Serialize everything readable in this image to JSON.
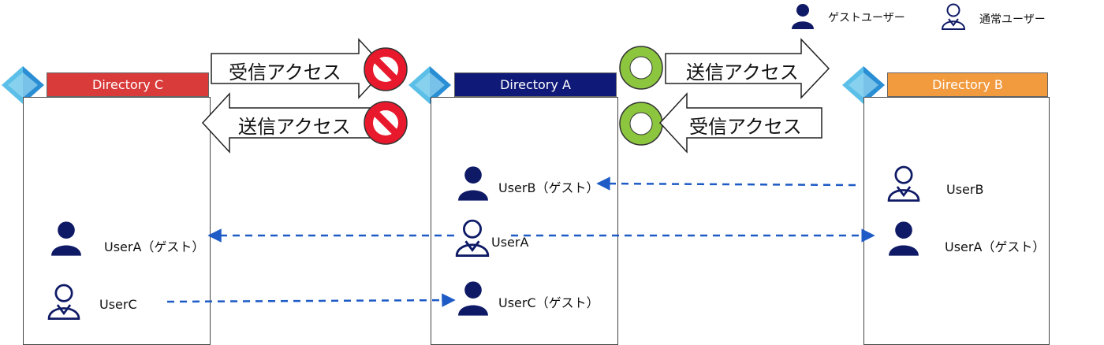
{
  "legend": {
    "guest_user": "ゲストユーザー",
    "normal_user": "通常ユーザー"
  },
  "directories": {
    "c": {
      "name": "Directory C",
      "color": "#d93a3a"
    },
    "a": {
      "name": "Directory A",
      "color": "#0f1a78"
    },
    "b": {
      "name": "Directory B",
      "color": "#f19a3e"
    }
  },
  "access": {
    "c_inbound": "受信アクセス",
    "c_outbound": "送信アクセス",
    "b_outbound": "送信アクセス",
    "b_inbound": "受信アクセス"
  },
  "users": {
    "c_usera": "UserA（ゲスト）",
    "c_userc": "UserC",
    "a_userb": "UserB（ゲスト）",
    "a_usera": "UserA",
    "a_userc": "UserC（ゲスト）",
    "b_userb": "UserB",
    "b_usera": "UserA（ゲスト）"
  },
  "colors": {
    "user_icon": "#0f1a66",
    "link": "#1e5bc6",
    "deny": "#e8192c",
    "allow": "#8cc63f"
  },
  "icons": {
    "guest": "person-filled-icon",
    "normal": "person-outline-icon",
    "deny": "prohibited-icon",
    "allow": "allowed-circle-icon",
    "directory": "azure-ad-pyramid-icon"
  }
}
